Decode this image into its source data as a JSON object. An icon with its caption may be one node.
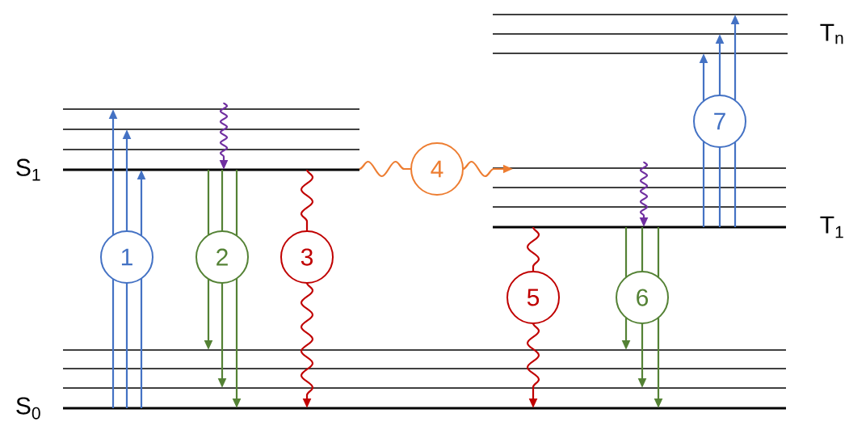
{
  "diagram": {
    "nodes": [
      {
        "text": [
          "T$_{n}$"
        ]
      },
      {
        "text": [
          "S$_{1}$"
        ]
      },
      {
        "text": [
          "T$_{1}$"
        ]
      },
      {
        "text": [
          "S$_{0}$"
        ]
      },
      {
        "text": [
          "1"
        ]
      },
      {
        "text": [
          "2"
        ]
      },
      {
        "text": [
          "3"
        ]
      },
      {
        "text": [
          "4"
        ]
      },
      {
        "text": [
          "5"
        ]
      },
      {
        "text": [
          "6"
        ]
      },
      {
        "text": [
          "7"
        ]
      }
    ],
    "edges": [
      {
        "from": 3,
        "to": 4,
        "arrow": "none",
        "color": "#4472c4"
      },
      {
        "from": 3,
        "to": 4,
        "arrow": "none",
        "color": "#4472c4"
      },
      {
        "from": 3,
        "to": 4,
        "arrow": "none",
        "color": "#4472c4"
      },
      {
        "from": 4,
        "to": 1,
        "arrow": "to",
        "color": "#4472c4"
      },
      {
        "from": 4,
        "to": 1,
        "arrow": "to",
        "color": "#4472c4"
      },
      {
        "from": 4,
        "to": 1,
        "arrow": "to",
        "color": "#4472c4"
      },
      {
        "from": null,
        "to": 1,
        "arrow": "to",
        "color": "#7030a0"
      },
      {
        "from": 1,
        "to": 5,
        "arrow": "none",
        "color": "#548235"
      },
      {
        "from": 1,
        "to": 5,
        "arrow": "none",
        "color": "#548235"
      },
      {
        "from": 1,
        "to": 5,
        "arrow": "none",
        "color": "#548235"
      },
      {
        "from": 5,
        "to": 3,
        "arrow": "to",
        "color": "#548235"
      },
      {
        "from": 5,
        "to": 3,
        "arrow": "to",
        "color": "#548235"
      },
      {
        "from": 5,
        "to": 3,
        "arrow": "to",
        "color": "#548235"
      },
      {
        "from": 1,
        "to": 6,
        "arrow": "none",
        "color": "#c00000"
      },
      {
        "from": 6,
        "to": 3,
        "arrow": "to",
        "color": "#c00000"
      },
      {
        "from": 1,
        "to": 7,
        "arrow": "none",
        "color": "#ed7d31"
      },
      {
        "from": 7,
        "to": 2,
        "arrow": "to",
        "color": "#ed7d31"
      },
      {
        "from": 2,
        "to": 8,
        "arrow": "none",
        "color": "#c00000"
      },
      {
        "from": 8,
        "to": 3,
        "arrow": "to",
        "color": "#c00000"
      },
      {
        "from": null,
        "to": 2,
        "arrow": "to",
        "color": "#7030a0"
      },
      {
        "from": 2,
        "to": 9,
        "arrow": "none",
        "color": "#548235"
      },
      {
        "from": 2,
        "to": 9,
        "arrow": "none",
        "color": "#548235"
      },
      {
        "from": 2,
        "to": 9,
        "arrow": "none",
        "color": "#548235"
      },
      {
        "from": 9,
        "to": 3,
        "arrow": "to",
        "color": "#548235"
      },
      {
        "from": 9,
        "to": 3,
        "arrow": "to",
        "color": "#548235"
      },
      {
        "from": 9,
        "to": 3,
        "arrow": "to",
        "color": "#548235"
      },
      {
        "from": 2,
        "to": 10,
        "arrow": "none",
        "color": "#4472c4"
      },
      {
        "from": 2,
        "to": 10,
        "arrow": "none",
        "color": "#4472c4"
      },
      {
        "from": 2,
        "to": 10,
        "arrow": "none",
        "color": "#4472c4"
      },
      {
        "from": 10,
        "to": 0,
        "arrow": "to",
        "color": "#4472c4"
      },
      {
        "from": 10,
        "to": 0,
        "arrow": "to",
        "color": "#4472c4"
      },
      {
        "from": 10,
        "to": 0,
        "arrow": "to",
        "color": "#4472c4"
      }
    ]
  }
}
